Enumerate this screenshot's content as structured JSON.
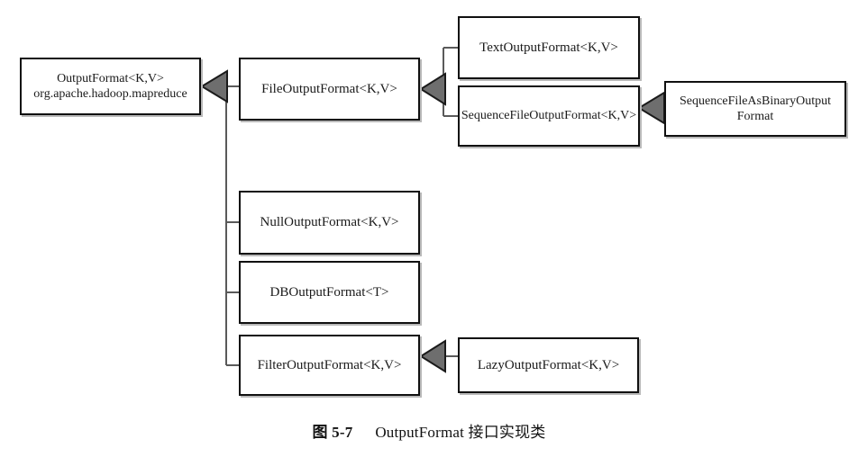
{
  "figure": {
    "caption_prefix": "图",
    "caption_number": "5-7",
    "caption_text": "OutputFormat 接口实现类",
    "caption_full": "图 5-7　OutputFormat 接口实现类"
  },
  "diagram": {
    "type": "uml-class-hierarchy",
    "arrow_style": "filled-triangle-generalization",
    "arrow_fill_color": "#6e6e6e",
    "arrow_stroke_color": "#1a1a1a",
    "box_border_color": "#101010",
    "box_fill_color": "#ffffff",
    "connector_color": "#5a5a5a",
    "nodes": [
      {
        "id": "output-format",
        "label": "OutputFormat<K,V>\norg.apache.hadoop.mapreduce",
        "line1": "OutputFormat<K,V>",
        "line2": "org.apache.hadoop.mapreduce",
        "role": "root-interface"
      },
      {
        "id": "file-output-format",
        "label": "FileOutputFormat<K,V>",
        "role": "abstract-subclass"
      },
      {
        "id": "text-output-format",
        "label": "TextOutputFormat<K,V>",
        "role": "subclass"
      },
      {
        "id": "sequence-file-output-format",
        "label": "SequenceFileOutputFormat<K,V>",
        "role": "subclass"
      },
      {
        "id": "sequence-file-as-binary-output-format",
        "label": "SequenceFileAsBinaryOutput\nFormat",
        "line1": "SequenceFileAsBinaryOutput",
        "line2": "Format",
        "role": "subclass"
      },
      {
        "id": "null-output-format",
        "label": "NullOutputFormat<K,V>",
        "role": "subclass"
      },
      {
        "id": "db-output-format",
        "label": "DBOutputFormat<T>",
        "role": "subclass"
      },
      {
        "id": "filter-output-format",
        "label": "FilterOutputFormat<K,V>",
        "role": "subclass"
      },
      {
        "id": "lazy-output-format",
        "label": "LazyOutputFormat<K,V>",
        "role": "subclass"
      }
    ],
    "edges": [
      {
        "from": "file-output-format",
        "to": "output-format",
        "kind": "generalization"
      },
      {
        "from": "null-output-format",
        "to": "output-format",
        "kind": "generalization"
      },
      {
        "from": "db-output-format",
        "to": "output-format",
        "kind": "generalization"
      },
      {
        "from": "filter-output-format",
        "to": "output-format",
        "kind": "generalization"
      },
      {
        "from": "text-output-format",
        "to": "file-output-format",
        "kind": "generalization"
      },
      {
        "from": "sequence-file-output-format",
        "to": "file-output-format",
        "kind": "generalization"
      },
      {
        "from": "sequence-file-as-binary-output-format",
        "to": "sequence-file-output-format",
        "kind": "generalization"
      },
      {
        "from": "lazy-output-format",
        "to": "filter-output-format",
        "kind": "generalization"
      }
    ]
  }
}
